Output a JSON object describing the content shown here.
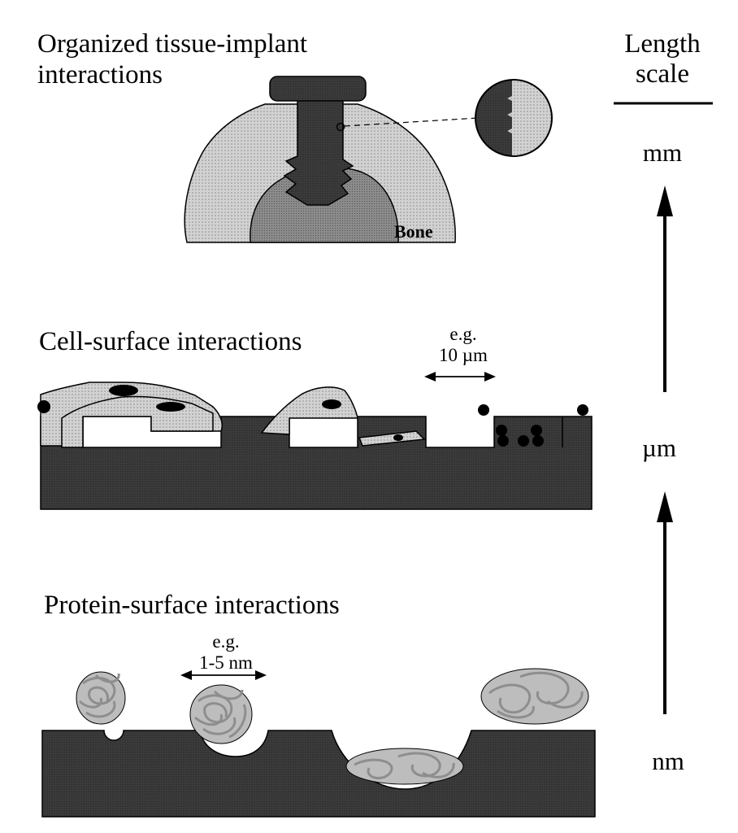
{
  "panels": {
    "tissue": {
      "title_line1": "Organized tissue-implant",
      "title_line2": "interactions",
      "bone_label": "Bone"
    },
    "cell": {
      "title": "Cell-surface interactions",
      "example_line1": "e.g.",
      "example_line2": "10 µm"
    },
    "protein": {
      "title": "Protein-surface interactions",
      "example_line1": "e.g.",
      "example_line2": "1-5 nm"
    }
  },
  "length_scale": {
    "title_line1": "Length",
    "title_line2": "scale",
    "units": [
      "mm",
      "µm",
      "nm"
    ]
  },
  "colors": {
    "substrate": "#3a3a3a",
    "tissue": "#c8c8c8",
    "cell": "#d0d0d0",
    "protein": "#9a9a9a",
    "ink": "#000000"
  }
}
